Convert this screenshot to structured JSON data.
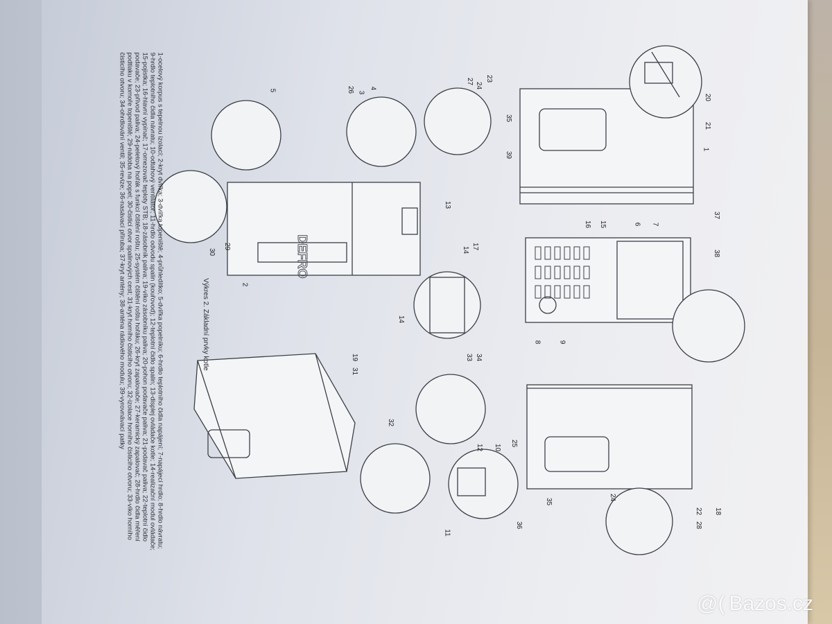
{
  "figure_title": "Výkres 2. Základní prvky kotle",
  "caption_lines": [
    "1-ocelový korpus s tepelnou izolací; 2-kryt dvířka; 3-dvířka topeniště; 4-průhledítko; 5-dvířka popelníku; 6-hrdlo teplotního čidla napájení; 7-napájecí hrdlo; 8-hrdlo návratu;",
    "9-hrdlo teplotního čidla návratu; 10-odtahový ventilátor; 11-hrdlo odvodu spalin (kouřovod); 12-teplotní čidlo spalin; 13-displej ovládače kotle; 14-realizační modul ovládače;",
    "15-pojistka; 16-hlavní vypínač; 17-omezovač teploty STB; 18-zásobník paliva; 19-víko zásobníku paliva; 20-pohon podavače paliva; 21-podavač paliva; 22-teplotní čidlo",
    "podavače; 23-přívod paliva; 24-peletový hořák s funkcí čištění roštu; 25-systém čištění roštu hořáku; 26-kryt zapalovače; 27-keramický zapalovač; 28-hrdlo čidla měření",
    "podtlaku v komoře topeniště; 29-nádoba na popel; 30-čisticí otvor spalinových cest; 31-kryt horního čisticího otvoru; 32-izolace horního čisticího otvoru; 33-víko horního",
    "čisticího otvoru; 34-ohrdlování ventil; 35-revize; 36-nasávací příruba; 37-kryt antény; 38-anténa rádiového modulu; 39-vyrovnávací patky"
  ],
  "brand_label": "DEFRO",
  "callouts": [
    "1",
    "2",
    "3",
    "4",
    "5",
    "6",
    "7",
    "8",
    "9",
    "10",
    "11",
    "12",
    "13",
    "14",
    "15",
    "16",
    "17",
    "18",
    "19",
    "20",
    "21",
    "22",
    "23",
    "24",
    "25",
    "26",
    "27",
    "28",
    "29",
    "30",
    "31",
    "32",
    "33",
    "34",
    "35",
    "36",
    "37",
    "38",
    "39"
  ],
  "watermark": {
    "symbol": "@(",
    "text": "Bazos.cz"
  },
  "colors": {
    "paper": "#eceef2",
    "ink": "#2a2e36",
    "table": "#c7b598"
  }
}
